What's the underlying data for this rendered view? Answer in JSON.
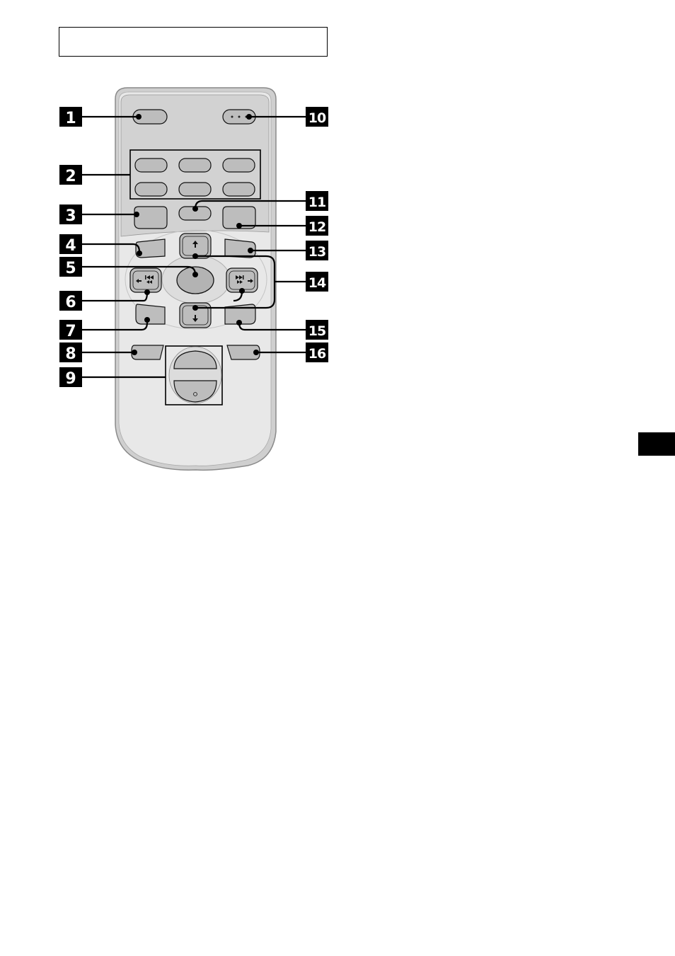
{
  "colors": {
    "remote_body": "#e8e8e8",
    "remote_upper": "#d2d2d2",
    "button": "#bdbdbd",
    "badge": "#000000",
    "line": "#000000"
  },
  "callouts": [
    {
      "number": "1"
    },
    {
      "number": "2"
    },
    {
      "number": "3"
    },
    {
      "number": "4"
    },
    {
      "number": "5"
    },
    {
      "number": "6"
    },
    {
      "number": "7"
    },
    {
      "number": "8"
    },
    {
      "number": "9"
    },
    {
      "number": "10"
    },
    {
      "number": "11"
    },
    {
      "number": "12"
    },
    {
      "number": "13"
    },
    {
      "number": "14"
    },
    {
      "number": "15"
    },
    {
      "number": "16"
    }
  ],
  "icons": [
    "up-arrow-icon",
    "down-arrow-icon",
    "prev-track-icon",
    "next-track-icon"
  ]
}
